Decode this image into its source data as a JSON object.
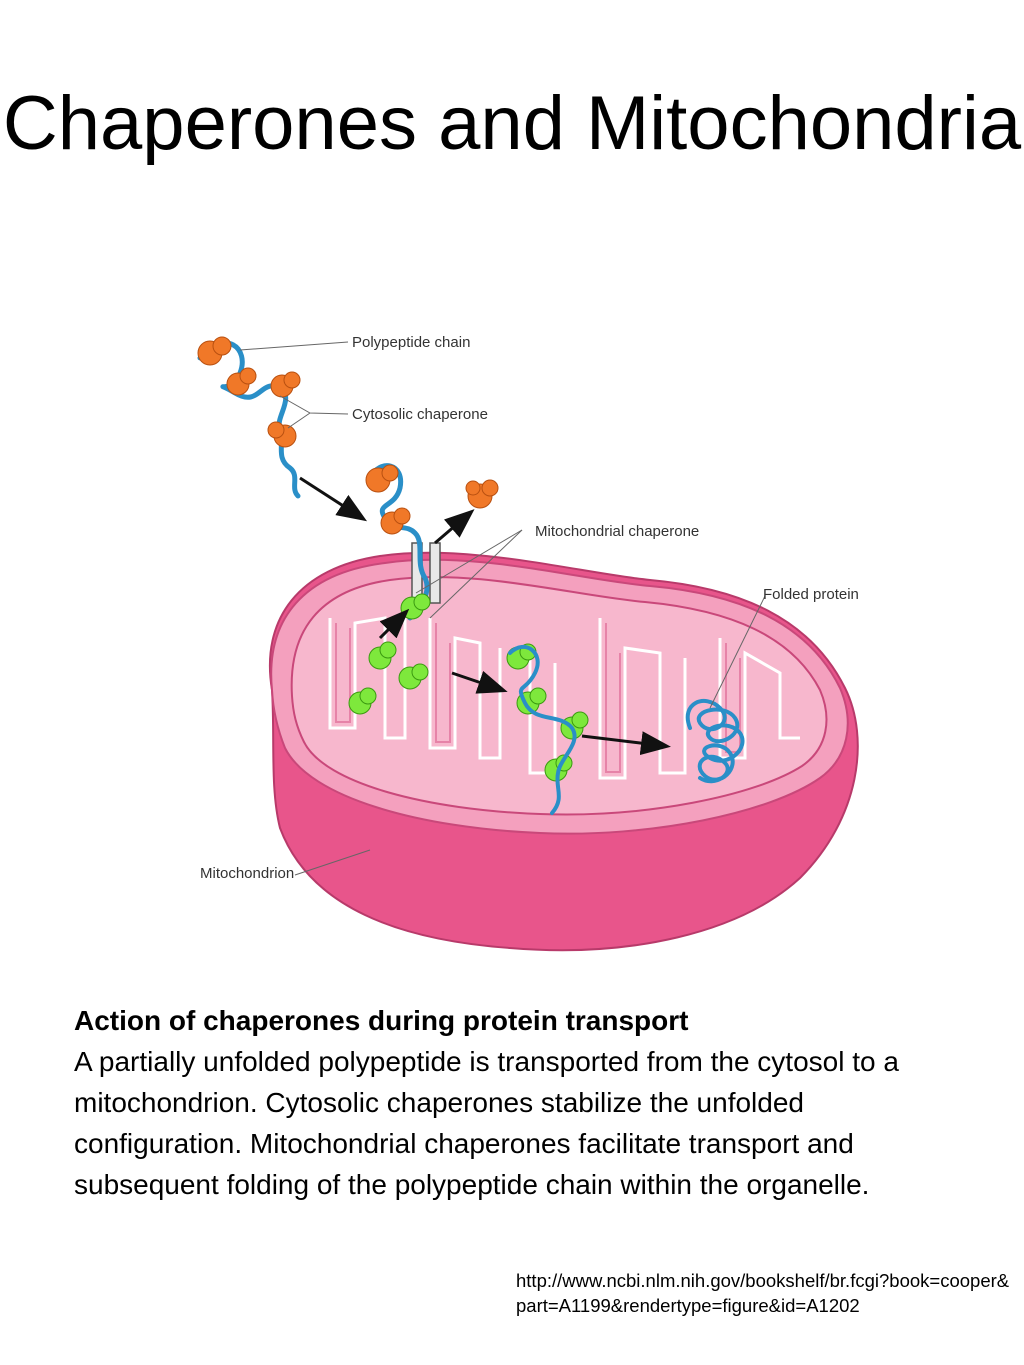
{
  "title": "Chaperones and Mitochondria",
  "figure": {
    "labels": {
      "polypeptide_chain": "Polypeptide chain",
      "cytosolic_chaperone": "Cytosolic chaperone",
      "mitochondrial_chaperone": "Mitochondrial chaperone",
      "folded_protein": "Folded protein",
      "mitochondrion": "Mitochondrion"
    },
    "colors": {
      "outer_membrane": "#e8558b",
      "inner_space": "#f7b7cd",
      "cristae": "#f4a0be",
      "polypeptide": "#2a8fc8",
      "cytosolic_chaperone": "#f07828",
      "mitochondrial_chaperone": "#7ee83c"
    }
  },
  "caption": {
    "title": "Action of chaperones during protein transport",
    "body": "A partially unfolded polypeptide is transported from the cytosol to a mitochondrion. Cytosolic chaperones stabilize the unfolded configuration. Mitochondrial chaperones facilitate transport and subsequent folding of the polypeptide chain within the organelle."
  },
  "source": "http://www.ncbi.nlm.nih.gov/bookshelf/br.fcgi?book=cooper&part=A1199&rendertype=figure&id=A1202"
}
